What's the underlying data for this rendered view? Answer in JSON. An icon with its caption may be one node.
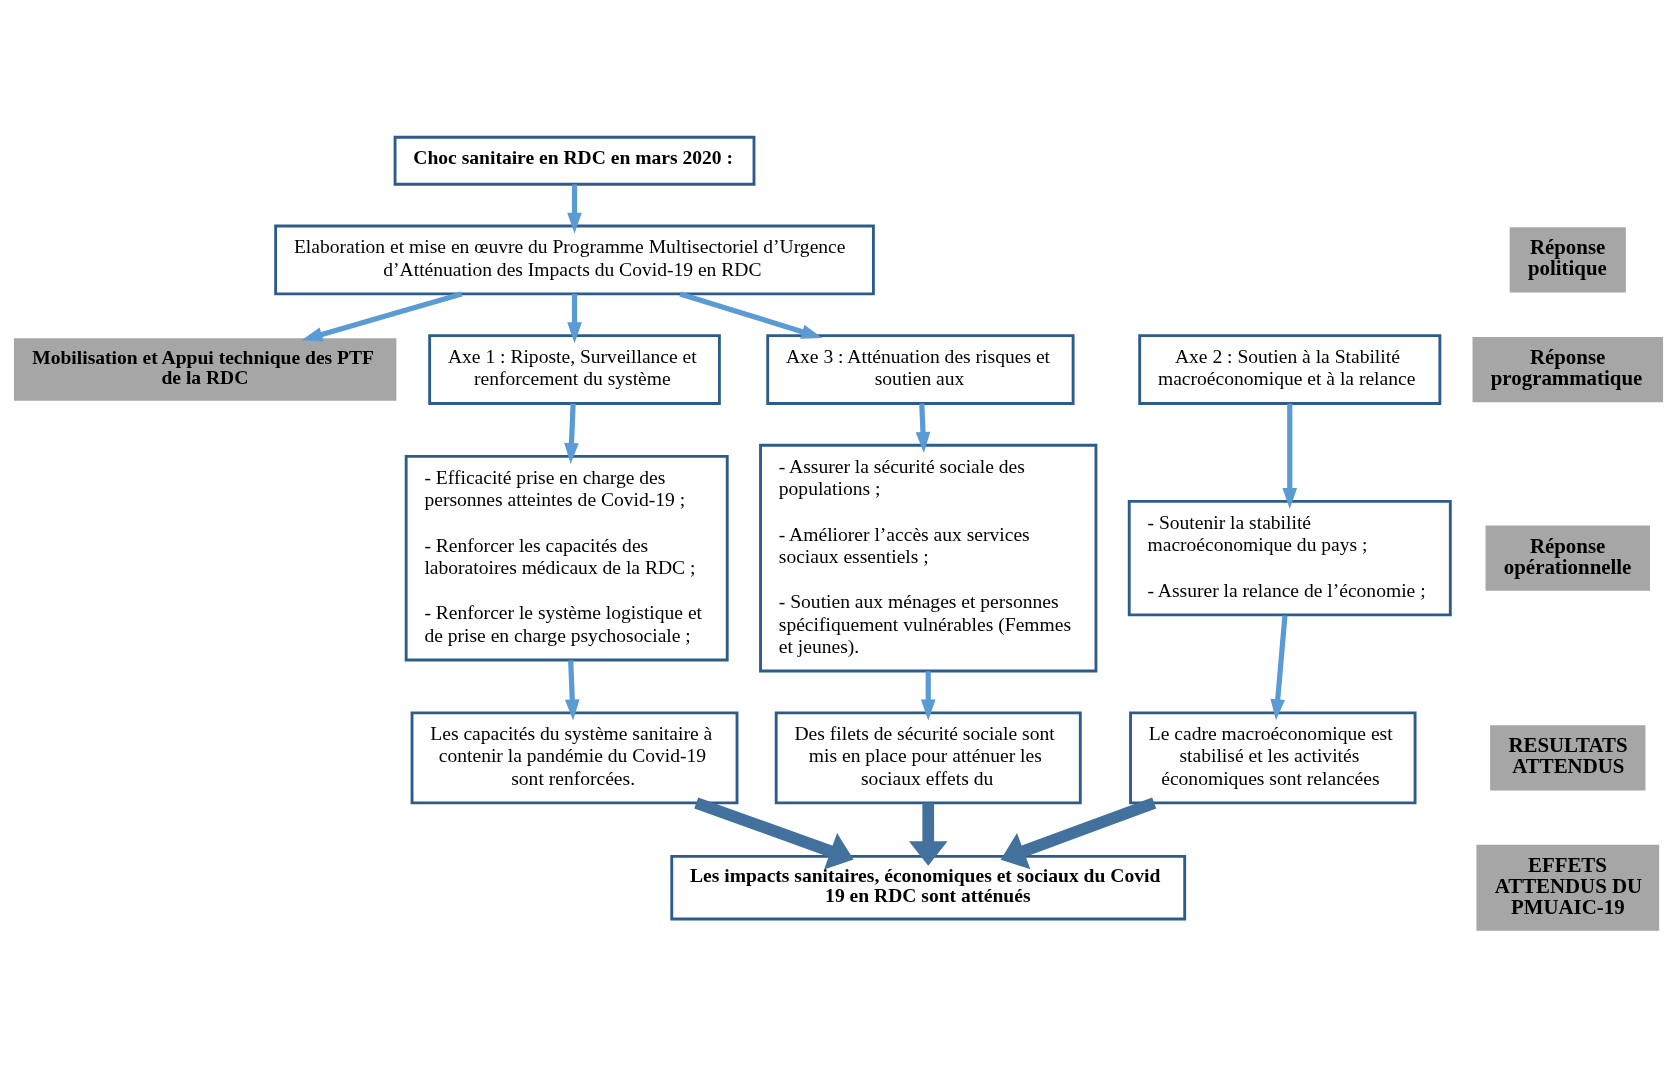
{
  "diagram": {
    "nodes": [
      {
        "text": [
          "Choc sanitaire en RDC en mars 2020 :"
        ]
      },
      {
        "text": [
          "Elaboration et mise en œuvre du Programme Multisectoriel d’Urgence d’Atténuation des Impacts du Covid-19 en RDC"
        ]
      },
      {
        "text": [
          "Mobilisation et Appui technique des PTF de la RDC"
        ]
      },
      {
        "text": [
          "Axe 1 : Riposte, Surveillance et renforcement du système"
        ]
      },
      {
        "text": [
          "Axe 2 : Soutien à la Stabilité macroéconomique et à la relance"
        ]
      },
      {
        "text": [
          "Axe 3 : Atténuation des risques et soutien aux"
        ]
      },
      {
        "text": [
          "- Efficacité prise en charge des personnes atteintes de Covid-19 ;",
          "- Renforcer les capacités des laboratoires médicaux de la RDC ;",
          "- Renforcer le système logistique et de prise en charge psychosociale ;"
        ]
      },
      {
        "text": [
          "- Soutenir la stabilité macroéconomique du pays ;",
          "- Assurer la relance de l’économie ;"
        ]
      },
      {
        "text": [
          "- Assurer la sécurité sociale des populations ;",
          "- Améliorer l’accès aux services sociaux essentiels ;",
          "- Soutien aux ménages et personnes spécifiquement vulnérables (Femmes et jeunes)."
        ]
      },
      {
        "text": [
          "Les capacités du système sanitaire à contenir la pandémie du Covid-19 sont renforcées."
        ]
      },
      {
        "text": [
          "Le cadre macroéconomique est stabilisé et les activités économiques sont relancées"
        ]
      },
      {
        "text": [
          "Des filets de sécurité sociale sont mis en place pour atténuer les sociaux effets du"
        ]
      },
      {
        "text": [
          "Les impacts sanitaires, économiques et sociaux du Covid 19 en RDC sont atténués"
        ]
      }
    ],
    "edges": [
      {
        "from": 0,
        "to": 1,
        "arrow": "to"
      },
      {
        "from": 1,
        "to": 2,
        "arrow": "to"
      },
      {
        "from": 1,
        "to": 3,
        "arrow": "to"
      },
      {
        "from": 1,
        "to": 5,
        "arrow": "to"
      },
      {
        "from": 3,
        "to": 6,
        "arrow": "to"
      },
      {
        "from": 4,
        "to": 7,
        "arrow": "to"
      },
      {
        "from": 5,
        "to": 8,
        "arrow": "to"
      },
      {
        "from": 6,
        "to": 9,
        "arrow": "to"
      },
      {
        "from": 7,
        "to": 10,
        "arrow": "to"
      },
      {
        "from": 8,
        "to": 11,
        "arrow": "to"
      },
      {
        "from": 9,
        "to": 12,
        "arrow": "to",
        "style": "thick",
        "color": "#41719c"
      },
      {
        "from": 10,
        "to": 12,
        "arrow": "to",
        "style": "thick",
        "color": "#41719c"
      },
      {
        "from": 11,
        "to": 12,
        "arrow": "to",
        "style": "thick",
        "color": "#41719c"
      }
    ],
    "labels": [
      "Réponse politique",
      "Réponse programmatique",
      "Réponse opérationnelle",
      "RESULTATS ATTENDUS",
      "EFFETS ATTENDUS DU PMUAIC-19"
    ]
  }
}
